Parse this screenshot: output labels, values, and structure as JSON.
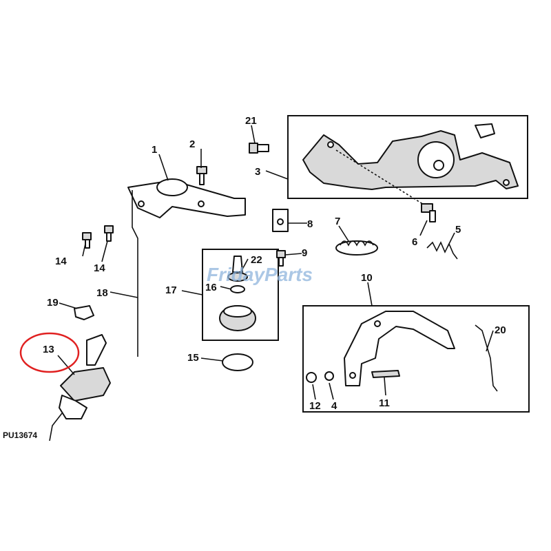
{
  "diagram": {
    "code": "PU13674",
    "watermark": "FridayParts",
    "highlight_color": "#e02020",
    "labels": {
      "p1": "1",
      "p2": "2",
      "p3": "3",
      "p4": "4",
      "p5": "5",
      "p6": "6",
      "p7": "7",
      "p8": "8",
      "p9": "9",
      "p10": "10",
      "p11": "11",
      "p12": "12",
      "p13": "13",
      "p14a": "14",
      "p14b": "14",
      "p15": "15",
      "p16": "16",
      "p17": "17",
      "p18": "18",
      "p19": "19",
      "p20": "20",
      "p21": "21",
      "p22": "22"
    }
  }
}
